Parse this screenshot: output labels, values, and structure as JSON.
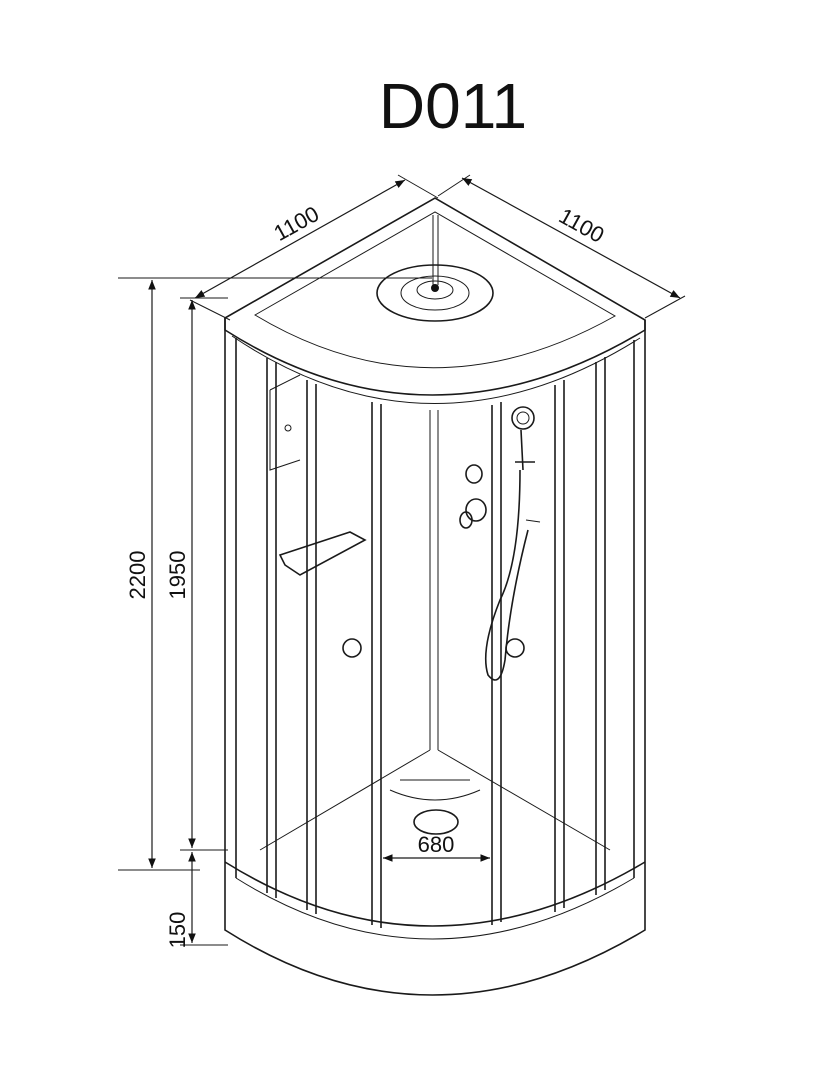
{
  "title": "D011",
  "dimensions": {
    "depth_left": "1100",
    "depth_right": "1100",
    "total_height": "2200",
    "cabin_height": "1950",
    "tray_height": "150",
    "door_width": "680"
  }
}
